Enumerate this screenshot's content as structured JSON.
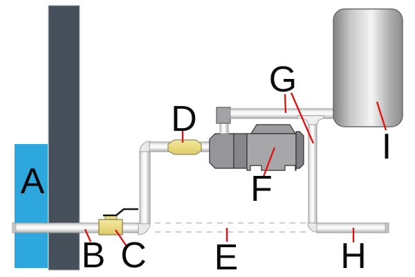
{
  "diagram": {
    "kind": "schematic",
    "labels": [
      {
        "text": "A"
      },
      {
        "text": "B"
      },
      {
        "text": "C"
      },
      {
        "text": "D"
      },
      {
        "text": "E"
      },
      {
        "text": "F"
      },
      {
        "text": "G"
      },
      {
        "text": "H"
      },
      {
        "text": "I"
      }
    ],
    "components": [
      "well-water",
      "well-casing",
      "suction-pipe",
      "ball-valve",
      "check-valve",
      "buried-line-dashes",
      "jet-pump",
      "discharge-pipe",
      "tee-fitting",
      "drop-pipe",
      "service-pipe",
      "pressure-tank"
    ]
  },
  "colors": {
    "water_blue": "#2EA7DF",
    "casing_dark": "#46505A",
    "valve_brass": "#EADB80",
    "pipe_light": "#FDFDFD",
    "pipe_shadow": "#B0B0B0",
    "pump_gray": "#A7A7A9",
    "tank_highlight": "#F4F4F4",
    "tank_shadow": "#828282",
    "pointer_red": "#E11212",
    "label_black": "#0A0A0A"
  }
}
